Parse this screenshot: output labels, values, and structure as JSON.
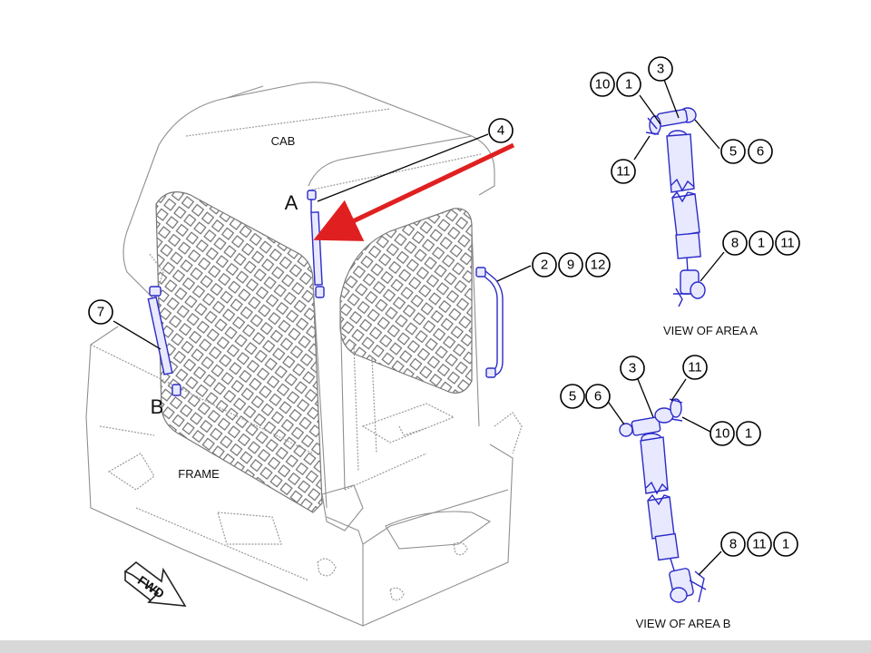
{
  "labels": {
    "cab": "CAB",
    "frame": "FRAME",
    "area_a": "A",
    "area_b": "B",
    "fwd": "FWD",
    "view_a": "VIEW OF AREA A",
    "view_b": "VIEW OF AREA B"
  },
  "callouts": {
    "c4": "4",
    "c7": "7",
    "c2": "2",
    "c9": "9",
    "c12": "12",
    "a_10": "10",
    "a_1": "1",
    "a_3": "3",
    "a_11": "11",
    "a_5": "5",
    "a_6": "6",
    "a_8": "8",
    "a_1b": "1",
    "a_11b": "11",
    "b_3": "3",
    "b_11": "11",
    "b_5": "5",
    "b_6": "6",
    "b_10": "10",
    "b_1": "1",
    "b_8": "8",
    "b_11b": "11",
    "b_1b": "1"
  },
  "colors": {
    "highlight_arrow": "#e02020",
    "part_outline": "#2b2bc8",
    "cab_outline": "#8f8f8f"
  }
}
